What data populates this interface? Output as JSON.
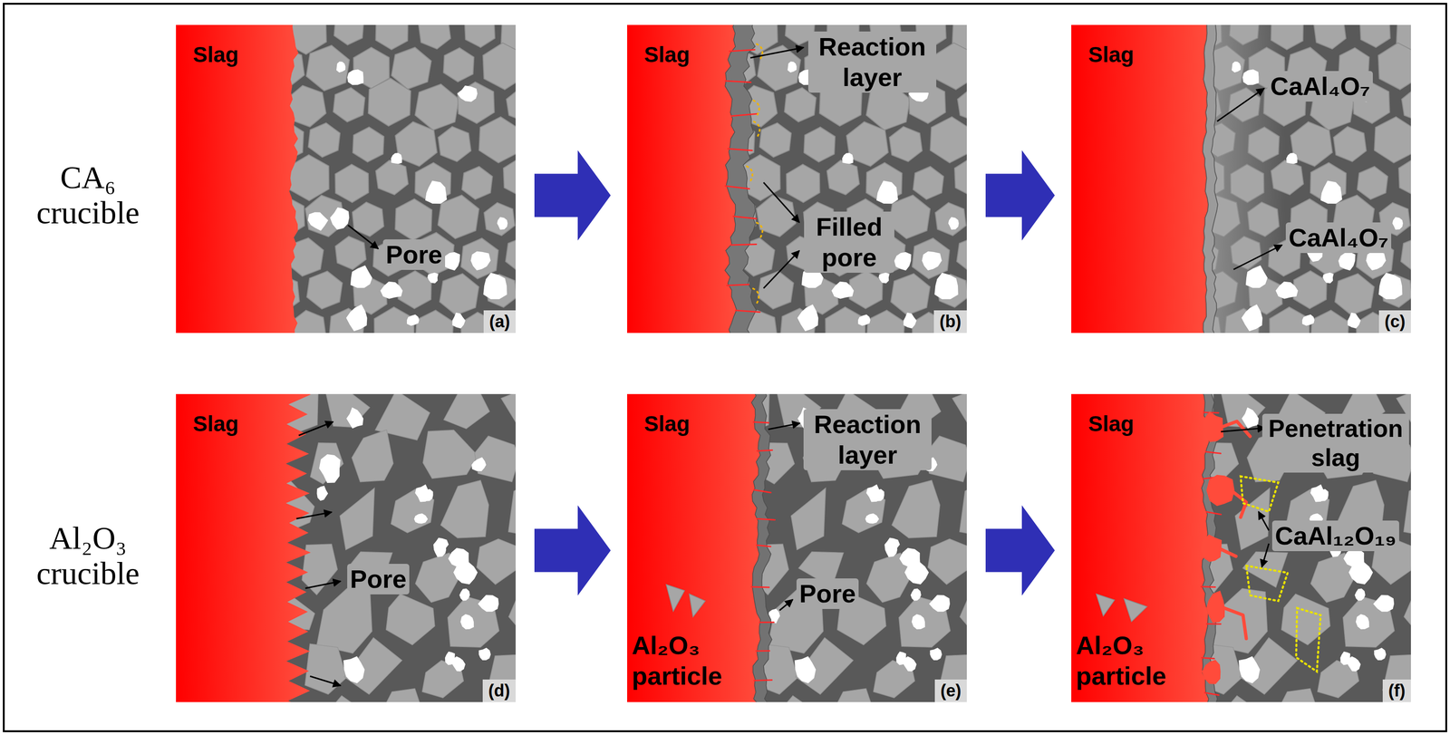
{
  "diagram": {
    "nodes": [
      {
        "text": [
          "Slag",
          "Pore",
          "(a)"
        ]
      },
      {
        "text": [
          "Slag",
          "Reaction layer",
          "Filled pore",
          "(b)"
        ]
      },
      {
        "text": [
          "Slag",
          "CaAl₄O₇",
          "CaAl₄O₇",
          "(c)"
        ]
      },
      {
        "text": [
          "Slag",
          "Pore",
          "(d)"
        ]
      },
      {
        "text": [
          "Slag",
          "Reaction layer",
          "Pore",
          "Al₂O₃ particle",
          "(e)"
        ]
      },
      {
        "text": [
          "Slag",
          "Penetration slag",
          "CaAl₁₂O₁₉",
          "Al₂O₃ particle",
          "(f)"
        ]
      }
    ],
    "edges": [
      {
        "from": 0,
        "to": 1,
        "arrow": "to"
      },
      {
        "from": 1,
        "to": 2,
        "arrow": "to"
      },
      {
        "from": 3,
        "to": 4,
        "arrow": "to"
      },
      {
        "from": 4,
        "to": 5,
        "arrow": "to"
      }
    ],
    "labels": [
      "CA₆ crucible",
      "Al₂O₃ crucible"
    ]
  }
}
